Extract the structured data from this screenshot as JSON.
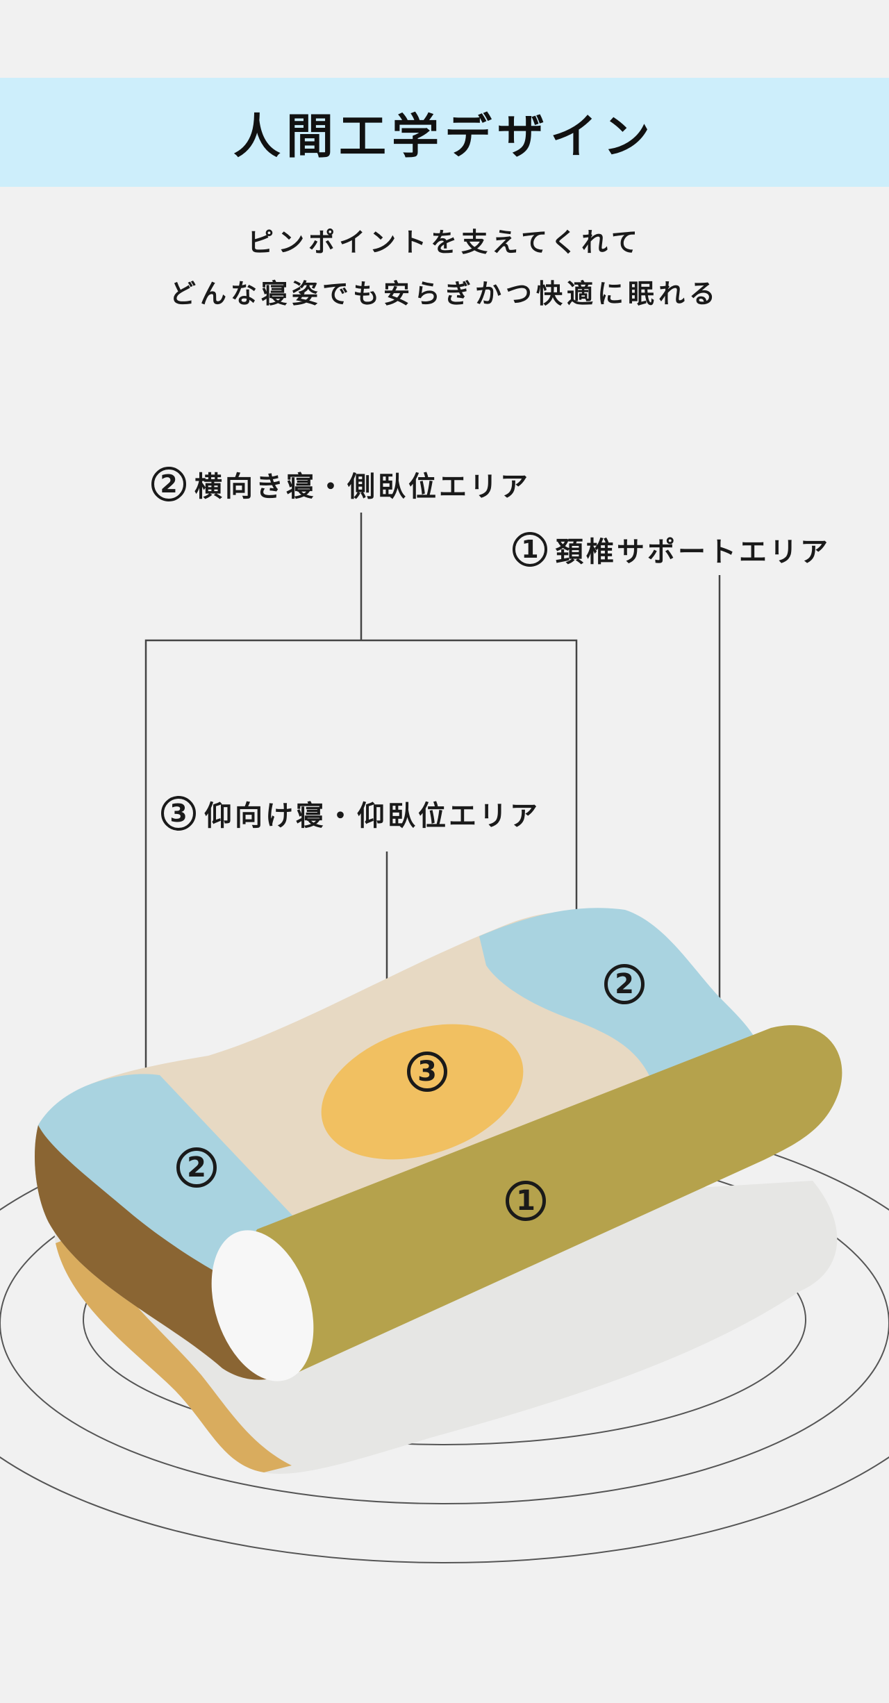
{
  "header": {
    "title": "人間工学デザイン"
  },
  "intro": {
    "line1": "ピンポイントを支えてくれて",
    "line2": "どんな寝姿でも安らぎかつ快適に眠れる"
  },
  "labels": {
    "area2": {
      "num": "2",
      "text": "横向き寝・側臥位エリア"
    },
    "area1": {
      "num": "1",
      "text": "頚椎サポートエリア"
    },
    "area3": {
      "num": "3",
      "text": "仰向け寝・仰臥位エリア"
    }
  },
  "markers": {
    "m1": "1",
    "m2": "2",
    "m3": "3"
  },
  "colors": {
    "banner": "#cdeefb",
    "blue_zone": "#a9d3e0",
    "yellow_zone": "#f1c061",
    "neck_roll": "#b5a24c",
    "cream": "#e7d9c3",
    "brown_edge": "#8a6533",
    "base_layer": "#e6e6e4"
  }
}
